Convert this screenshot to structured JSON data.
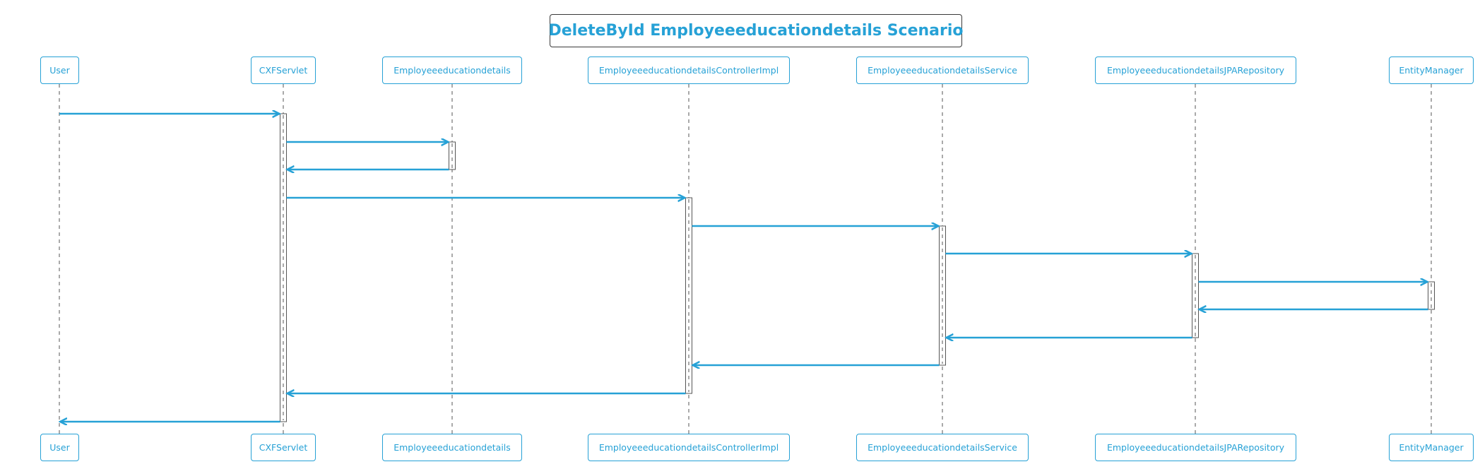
{
  "title": "DeleteById Employeeeducationdetails Scenario",
  "colors": {
    "accent": "#26a1d6",
    "lifeline": "#555555",
    "activation_border": "#555555",
    "title_border": "#3a3a3a"
  },
  "participants": [
    {
      "id": "user",
      "label": "User"
    },
    {
      "id": "cxf",
      "label": "CXFServlet"
    },
    {
      "id": "eed",
      "label": "Employeeeducationdetails"
    },
    {
      "id": "ctrl",
      "label": "EmployeeeducationdetailsControllerImpl"
    },
    {
      "id": "svc",
      "label": "EmployeeeducationdetailsService"
    },
    {
      "id": "repo",
      "label": "EmployeeeducationdetailsJPARepository"
    },
    {
      "id": "em",
      "label": "EntityManager"
    }
  ],
  "messages": [
    {
      "from": "user",
      "to": "cxf"
    },
    {
      "from": "cxf",
      "to": "eed"
    },
    {
      "from": "eed",
      "to": "cxf"
    },
    {
      "from": "cxf",
      "to": "ctrl"
    },
    {
      "from": "ctrl",
      "to": "svc"
    },
    {
      "from": "svc",
      "to": "repo"
    },
    {
      "from": "repo",
      "to": "em"
    },
    {
      "from": "em",
      "to": "repo"
    },
    {
      "from": "repo",
      "to": "svc"
    },
    {
      "from": "svc",
      "to": "ctrl"
    },
    {
      "from": "ctrl",
      "to": "cxf"
    },
    {
      "from": "cxf",
      "to": "user"
    }
  ]
}
